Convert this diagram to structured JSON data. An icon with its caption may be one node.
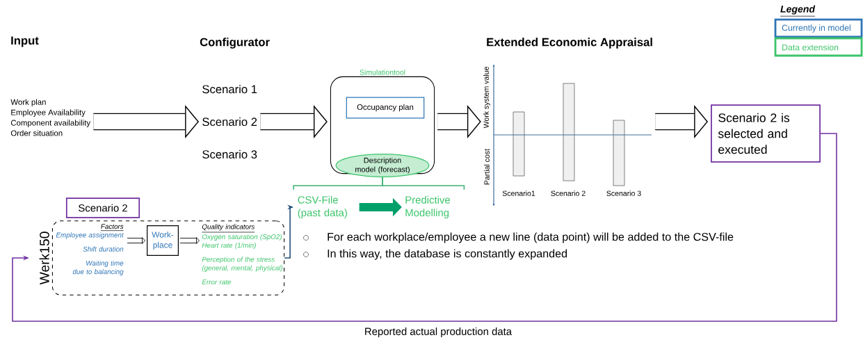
{
  "diagram": {
    "nodes": [
      {
        "text": [
          "Work plan",
          "Employee Availability",
          "Component availability",
          "Order situation"
        ]
      },
      {
        "text": [
          "Scenario 1",
          "Scenario 2",
          "Scenario 3"
        ]
      },
      {
        "text": [
          "Simulationtool"
        ]
      },
      {
        "text": [
          "Occupancy plan"
        ],
        "in": 2
      },
      {
        "text": [
          "Description model (forecast)"
        ],
        "in": 2
      },
      {
        "text": [
          "CSV-File (past data)"
        ]
      },
      {
        "text": [
          "Predictive Modelling"
        ]
      },
      {
        "text": [
          "Work system value",
          "Partial cost",
          "Scenario1",
          "Scenario 2",
          "Scenario 3"
        ]
      },
      {
        "text": [
          "Scenario 2 is selected and executed"
        ]
      },
      {
        "text": [
          "Werk150"
        ]
      },
      {
        "text": [
          "Scenario 2"
        ]
      },
      {
        "text": [
          "Work-place"
        ],
        "in": 9
      },
      {
        "text": [
          "Factors",
          "Employee assignment",
          "Shift duration",
          "Waiting time due to balancing"
        ],
        "in": 9
      },
      {
        "text": [
          "Quality indicators",
          "Oxygen saturation (SpO2)",
          "Heart rate (1/min)",
          "Perception of the stress (general, mental, physical)",
          "Error rate"
        ],
        "in": 9
      }
    ],
    "edges": [
      {
        "from": 0,
        "to": 1,
        "arrow": "to",
        "style": "thick"
      },
      {
        "from": 1,
        "to": 2,
        "arrow": "to",
        "style": "thick"
      },
      {
        "from": 2,
        "to": 7,
        "arrow": "to",
        "style": "thick"
      },
      {
        "from": 7,
        "to": 8,
        "arrow": "to",
        "style": "thick"
      },
      {
        "from": 4,
        "to": 5,
        "arrow": "none",
        "color": "#3cb371"
      },
      {
        "from": 4,
        "to": 6,
        "arrow": "none",
        "color": "#3cb371"
      },
      {
        "from": 5,
        "to": 6,
        "arrow": "to",
        "color": "#00a06a"
      },
      {
        "from": 9,
        "to": 5,
        "arrow": "to",
        "color": "#1f4e79"
      },
      {
        "from": 8,
        "to": 9,
        "arrow": "to",
        "color": "#7030a0",
        "label": "Reported actual production data"
      },
      {
        "from": 12,
        "to": 11,
        "arrow": "to"
      },
      {
        "from": 11,
        "to": 13,
        "arrow": "to"
      }
    ],
    "labels": [
      "Input",
      "Configurator",
      "Extended Economic Appraisal",
      "For each workplace/employee a new line (data point) will be added to the CSV-file",
      "In this way, the database is constantly expanded",
      "Legend"
    ],
    "legend": [
      {
        "text": "Currently in model",
        "color": "#2e75b6"
      },
      {
        "text": "Data extension",
        "color": "#3cc46a"
      }
    ]
  }
}
